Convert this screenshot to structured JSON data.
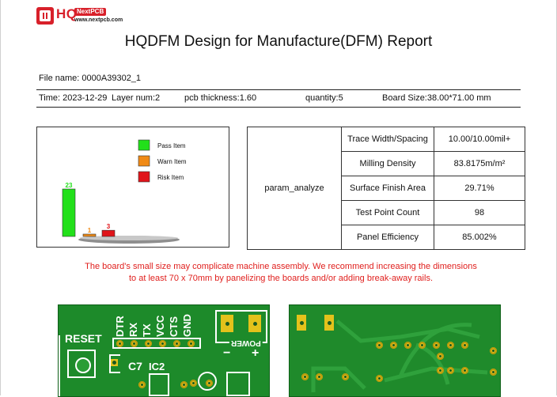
{
  "logo": {
    "brand": "HQ",
    "sub": "NextPCB",
    "url": "www.nextpcb.com"
  },
  "title": "HQDFM Design for Manufacture(DFM) Report",
  "file": {
    "label": "File name: 0000A39302_1"
  },
  "meta": {
    "time": "Time: 2023-12-29",
    "layers": "Layer num:2",
    "thickness": "pcb thickness:1.60",
    "quantity": "quantity:5",
    "board_size": "Board Size:38.00*71.00 mm"
  },
  "chart_data": {
    "type": "bar",
    "categories": [
      "Pass Item",
      "Warn Item",
      "Risk Item"
    ],
    "values": [
      23,
      1,
      3
    ],
    "colors": [
      "#22e01a",
      "#f08a16",
      "#e0141a"
    ],
    "legend_position": "top-right",
    "title": "",
    "xlabel": "",
    "ylabel": ""
  },
  "param_table": {
    "group_label": "param_analyze",
    "rows": [
      {
        "name": "Trace Width/Spacing",
        "value": "10.00/10.00mil+"
      },
      {
        "name": "Milling Density",
        "value": "83.8175m/m²"
      },
      {
        "name": "Surface Finish Area",
        "value": "29.71%"
      },
      {
        "name": "Test Point Count",
        "value": "98"
      },
      {
        "name": "Panel Efficiency",
        "value": "85.002%"
      }
    ]
  },
  "warning": {
    "line1": "The board's small size may complicate machine assembly. We recommend increasing the dimensions",
    "line2": "to at least 70 x 70mm by panelizing the boards and/or adding break-away rails."
  },
  "pcb_top": {
    "pins": [
      "DTR",
      "RX",
      "TX",
      "VCC",
      "CTS",
      "GND"
    ],
    "reset": "RESET",
    "c7": "C7",
    "ic2": "IC2",
    "power": "POWER",
    "minus": "−",
    "plus": "+"
  }
}
